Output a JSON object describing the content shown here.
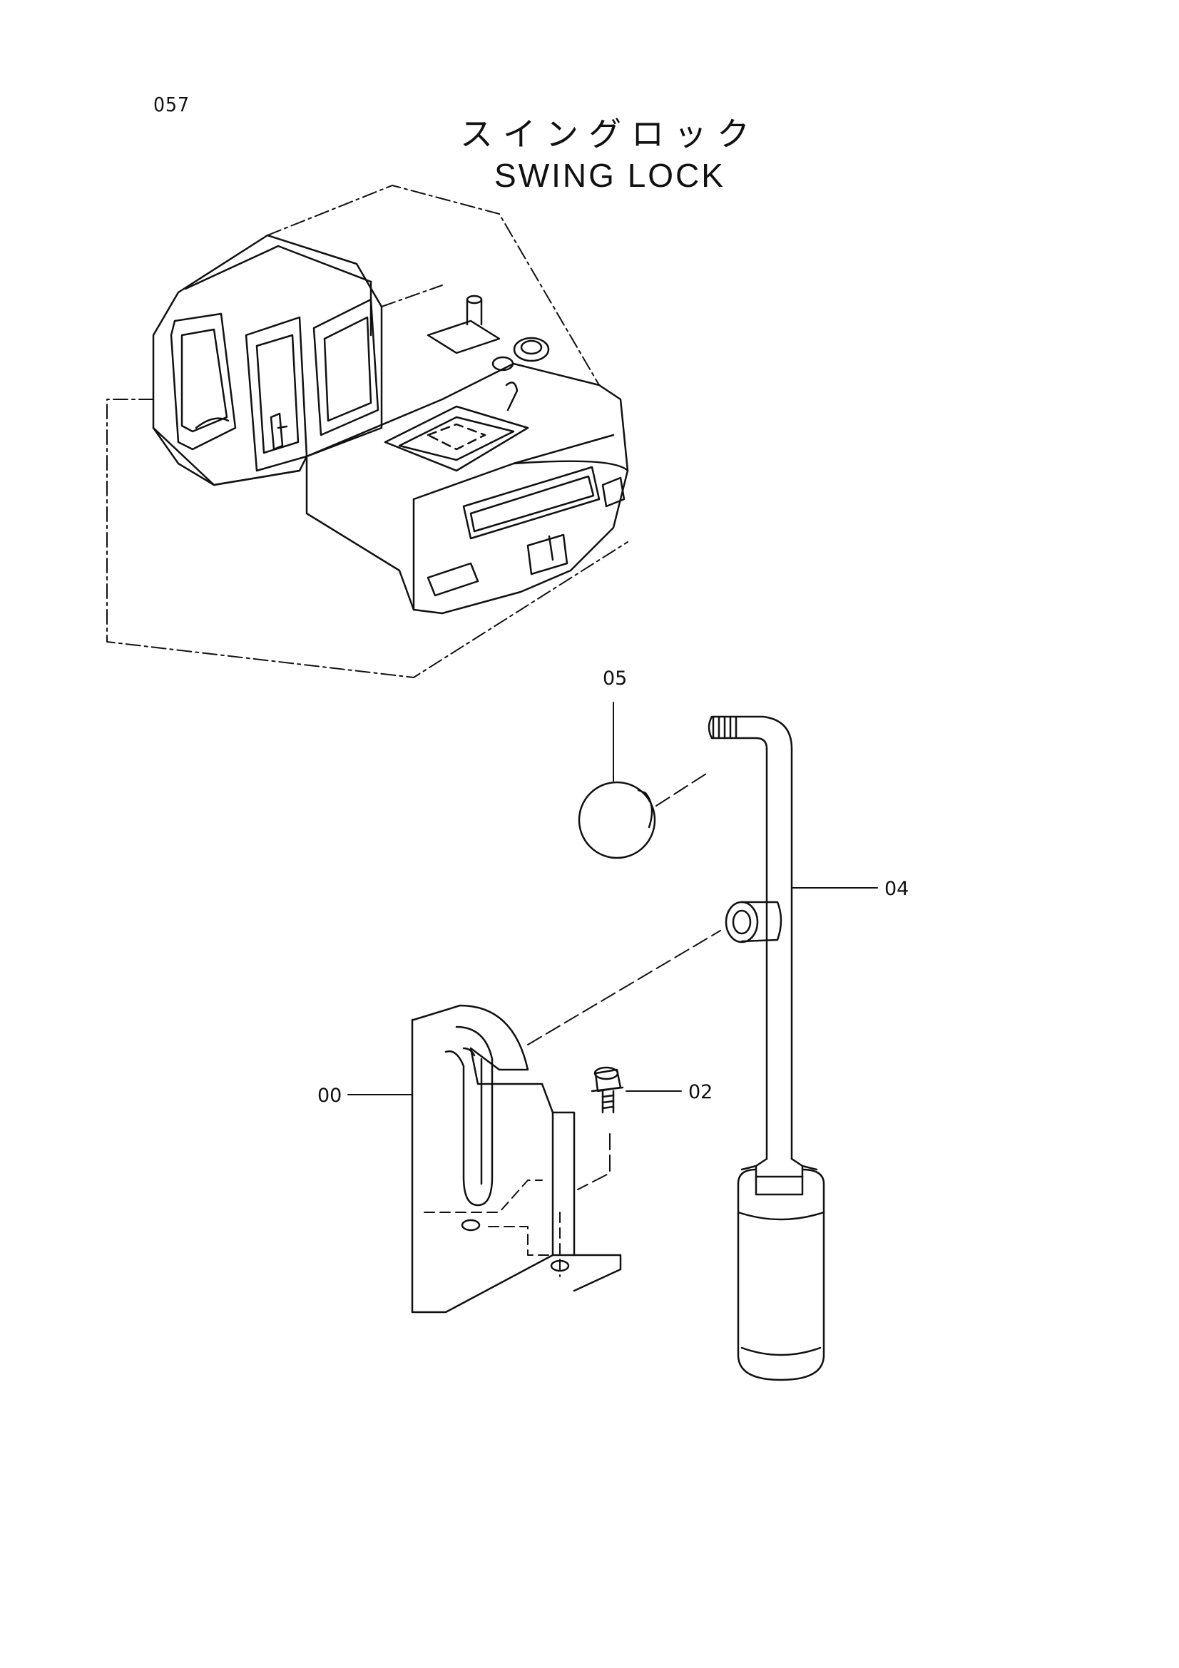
{
  "page": {
    "number": "057",
    "title_jp": "スイングロック",
    "title_en": "SWING LOCK"
  },
  "callouts": [
    {
      "id": "callout-05",
      "label": "05"
    },
    {
      "id": "callout-04",
      "label": "04"
    },
    {
      "id": "callout-02",
      "label": "02"
    },
    {
      "id": "callout-00",
      "label": "00"
    }
  ],
  "colors": {
    "ink": "#111111",
    "paper": "#ffffff"
  }
}
